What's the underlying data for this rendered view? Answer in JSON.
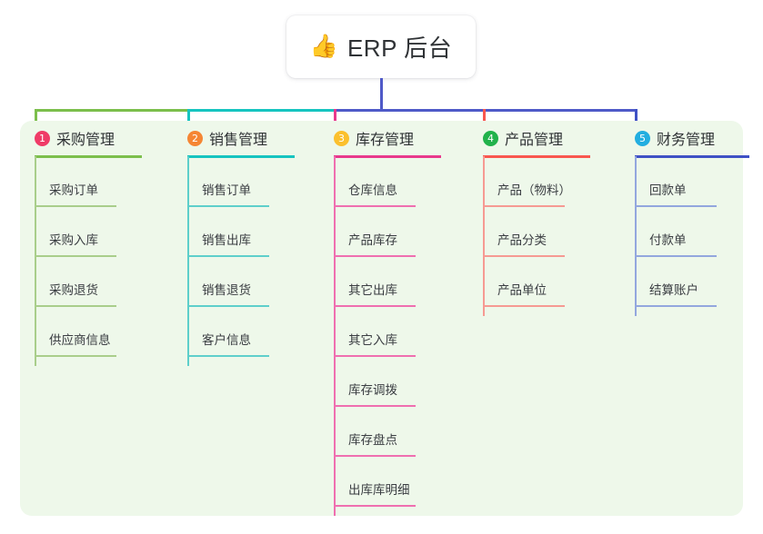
{
  "root": {
    "icon": "thumbs-up-icon",
    "emoji": "👍",
    "title": "ERP 后台"
  },
  "panel": {
    "background_color": "#eef8ea"
  },
  "connector": {
    "root_stem_color": "#4f5ac8",
    "bus_segments": [
      {
        "name": "bus-green",
        "color": "#7cbf4c"
      },
      {
        "name": "bus-teal",
        "color": "#16c4c0"
      },
      {
        "name": "bus-blue",
        "color": "#4f5ac8"
      }
    ]
  },
  "columns": [
    {
      "index": "1",
      "title": "采购管理",
      "badge_color": "#ef3b67",
      "accent_color": "#7cbf4c",
      "item_rule_color": "#a9ce8b",
      "spine_color": "#a9ce8b",
      "items": [
        {
          "label": "采购订单"
        },
        {
          "label": "采购入库"
        },
        {
          "label": "采购退货"
        },
        {
          "label": "供应商信息"
        }
      ]
    },
    {
      "index": "2",
      "title": "销售管理",
      "badge_color": "#f58634",
      "accent_color": "#16c4c0",
      "item_rule_color": "#5ecfcb",
      "spine_color": "#5ecfcb",
      "items": [
        {
          "label": "销售订单"
        },
        {
          "label": "销售出库"
        },
        {
          "label": "销售退货"
        },
        {
          "label": "客户信息"
        }
      ]
    },
    {
      "index": "3",
      "title": "库存管理",
      "badge_color": "#fbc02d",
      "accent_color": "#e8398c",
      "item_rule_color": "#ef6fb0",
      "spine_color": "#ef6fb0",
      "items": [
        {
          "label": "仓库信息"
        },
        {
          "label": "产品库存"
        },
        {
          "label": "其它出库"
        },
        {
          "label": "其它入库"
        },
        {
          "label": "库存调拨"
        },
        {
          "label": "库存盘点"
        },
        {
          "label": "出库库明细"
        }
      ]
    },
    {
      "index": "4",
      "title": "产品管理",
      "badge_color": "#21b24b",
      "accent_color": "#f9574f",
      "item_rule_color": "#f69a93",
      "spine_color": "#f69a93",
      "items": [
        {
          "label": "产品（物料）"
        },
        {
          "label": "产品分类"
        },
        {
          "label": "产品单位"
        }
      ]
    },
    {
      "index": "5",
      "title": "财务管理",
      "badge_color": "#22aee0",
      "accent_color": "#3f51c5",
      "item_rule_color": "#93a7de",
      "spine_color": "#93a7de",
      "items": [
        {
          "label": "回款单"
        },
        {
          "label": "付款单"
        },
        {
          "label": "结算账户"
        }
      ]
    }
  ]
}
